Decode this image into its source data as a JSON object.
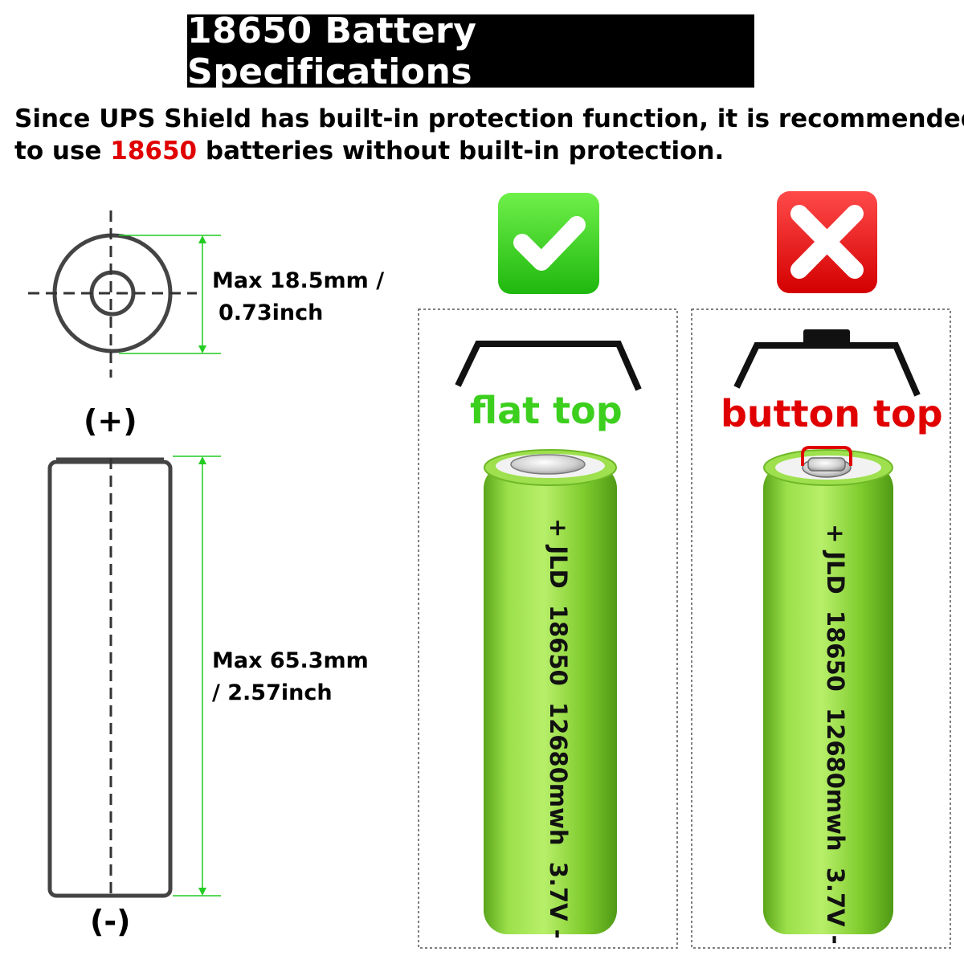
{
  "title": "18650 Battery Specifications",
  "intro": {
    "line1": "Since UPS Shield has built-in protection function, it is recommended",
    "line2_prefix": "to use ",
    "line2_highlight": "18650",
    "line2_suffix": " batteries without built-in protection."
  },
  "diameter": {
    "line1": "Max 18.5mm /",
    "line2": "0.73inch"
  },
  "length": {
    "line1": "Max 65.3mm",
    "line2": "/ 2.57inch"
  },
  "poles": {
    "positive": "(+)",
    "negative": "(-)"
  },
  "flat": {
    "label": "flat top",
    "icon": "check-icon"
  },
  "button": {
    "label": "button top",
    "icon": "cross-icon"
  },
  "battery_text": "+ JLD  18650  12680mwh  3.7V -",
  "colors": {
    "accent_green": "#3ccf1e",
    "accent_red": "#e00000",
    "battery_green": "#8fd63a",
    "dimension_green": "#22cc22"
  }
}
